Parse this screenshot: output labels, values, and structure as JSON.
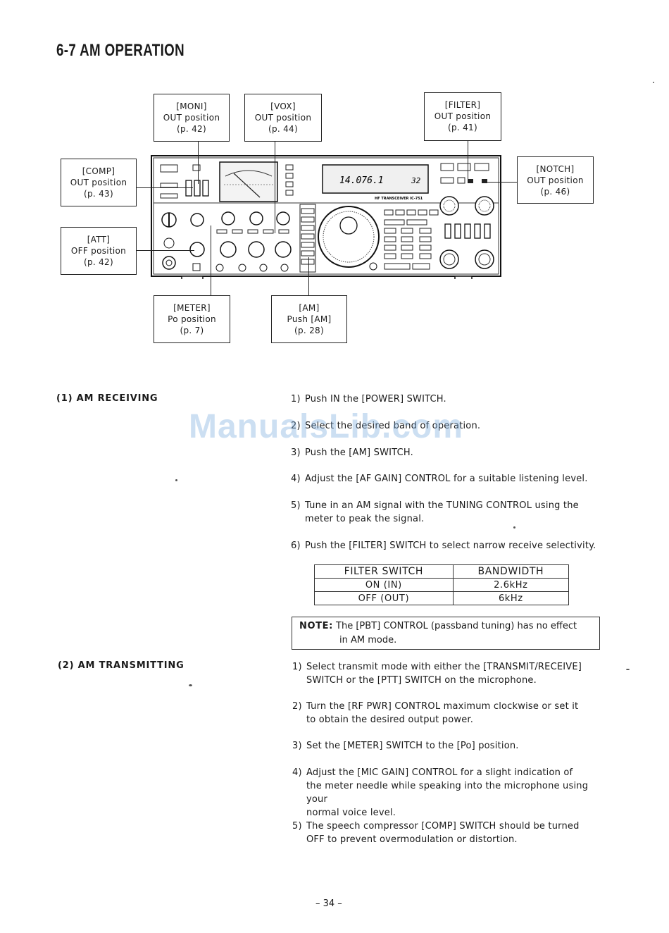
{
  "section_title": "6-7 AM OPERATION",
  "callouts": {
    "moni": {
      "name": "[MONI]",
      "state": "OUT position",
      "page": "(p. 42)"
    },
    "vox": {
      "name": "[VOX]",
      "state": "OUT position",
      "page": "(p. 44)"
    },
    "filter": {
      "name": "[FILTER]",
      "state": "OUT position",
      "page": "(p. 41)"
    },
    "comp": {
      "name": "[COMP]",
      "state": "OUT position",
      "page": "(p. 43)"
    },
    "notch": {
      "name": "[NOTCH]",
      "state": "OUT position",
      "page": "(p. 46)"
    },
    "att": {
      "name": "[ATT]",
      "state": "OFF position",
      "page": "(p. 42)"
    },
    "meter": {
      "name": "[METER]",
      "state": "Po position",
      "page": "(p. 7)"
    },
    "am": {
      "name": "[AM]",
      "state": "Push [AM]",
      "page": "(p. 28)"
    }
  },
  "radio": {
    "frequency": "14.076.1",
    "channel": "32",
    "model": "HF TRANSCEIVER IC-751"
  },
  "receiving": {
    "heading": "(1) AM RECEIVING",
    "steps": [
      {
        "num": "1)",
        "text": "Push IN the [POWER] SWITCH.",
        "cont": ""
      },
      {
        "num": "2)",
        "text": "Select the desired band of operation.",
        "cont": ""
      },
      {
        "num": "3)",
        "text": "Push the [AM] SWITCH.",
        "cont": ""
      },
      {
        "num": "4)",
        "text": "Adjust the [AF GAIN] CONTROL for a suitable listening level.",
        "cont": ""
      },
      {
        "num": "5)",
        "text": "Tune in an AM signal with the TUNING CONTROL using the",
        "cont": "meter to peak the signal."
      },
      {
        "num": "6)",
        "text": "Push the [FILTER] SWITCH to select narrow receive selectivity.",
        "cont": ""
      }
    ]
  },
  "filter_table": {
    "headers": [
      "FILTER SWITCH",
      "BANDWIDTH"
    ],
    "rows": [
      [
        "ON (IN)",
        "2.6kHz"
      ],
      [
        "OFF (OUT)",
        "6kHz"
      ]
    ]
  },
  "note": {
    "label": "NOTE:",
    "line1": "The [PBT] CONTROL (passband tuning) has no effect",
    "line2": "in AM mode."
  },
  "transmitting": {
    "heading": "(2) AM TRANSMITTING",
    "steps": [
      {
        "num": "1)",
        "text": "Select transmit mode with either the [TRANSMIT/RECEIVE]",
        "cont": "SWITCH or the [PTT] SWITCH on the microphone."
      },
      {
        "num": "2)",
        "text": "Turn the [RF PWR] CONTROL maximum clockwise or set it",
        "cont": "to obtain the desired output power."
      },
      {
        "num": "3)",
        "text": "Set the [METER] SWITCH to the [Po] position.",
        "cont": ""
      },
      {
        "num": "4)",
        "text": "Adjust the [MIC GAIN] CONTROL for a slight indication of",
        "cont": "the meter needle while speaking into the microphone using your",
        "cont2": "normal voice level."
      },
      {
        "num": "5)",
        "text": "The speech compressor [COMP] SWITCH should be turned",
        "cont": "OFF to prevent overmodulation or distortion."
      }
    ]
  },
  "watermark": "ManualsLib.com",
  "page_number": "– 34 –"
}
